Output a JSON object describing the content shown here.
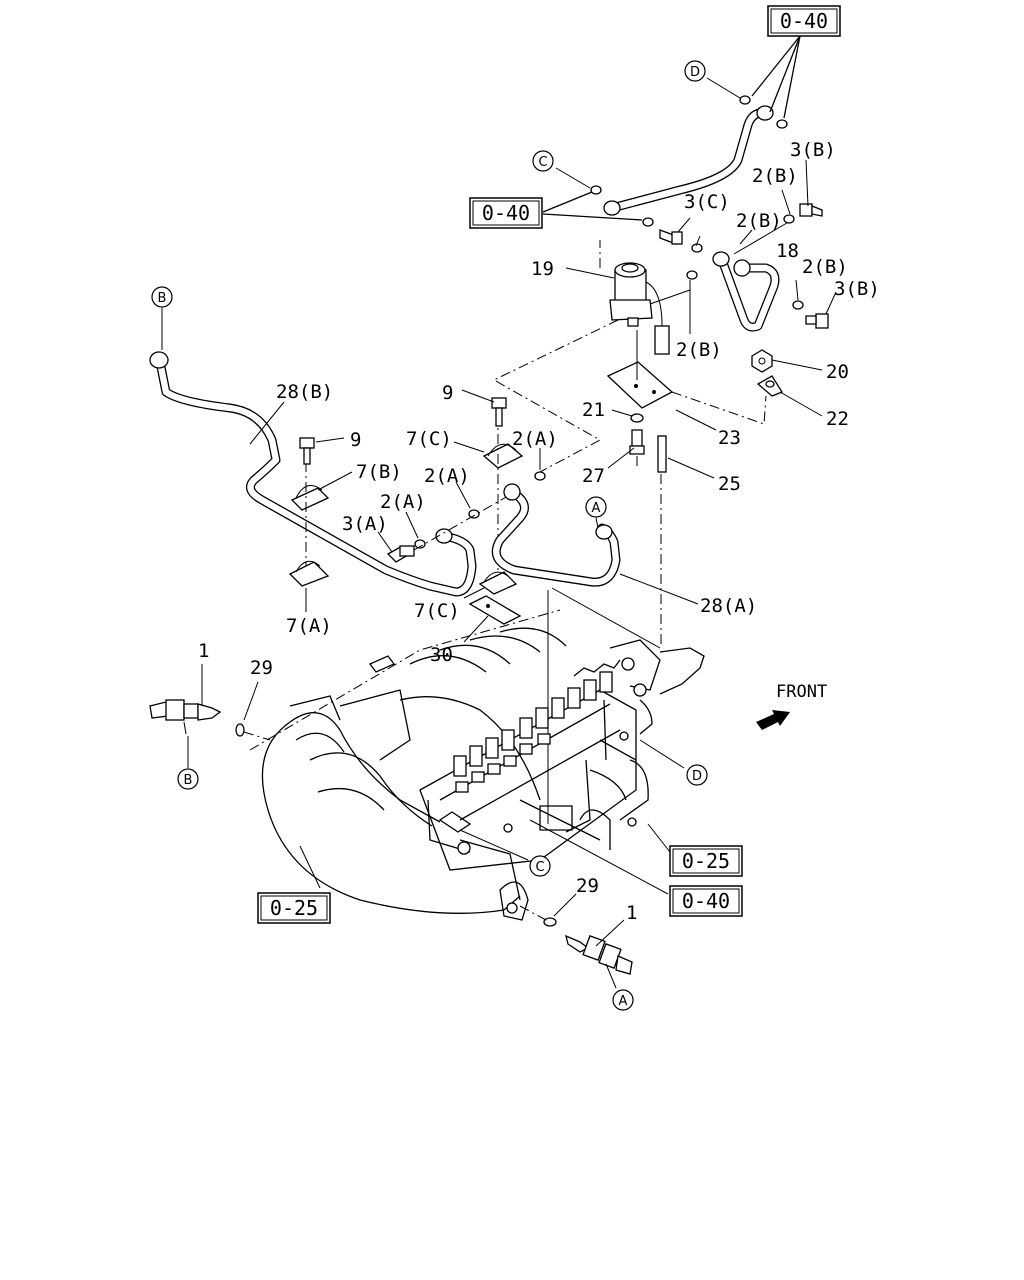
{
  "diagram": {
    "part_labels": {
      "p1_left": "1",
      "p1_bottom": "1",
      "p2b_1": "2(B)",
      "p2b_2": "2(B)",
      "p2b_3": "2(B)",
      "p2b_4": "2(B)",
      "p2a_1": "2(A)",
      "p2a_2": "2(A)",
      "p2a_3": "2(A)",
      "p3b_1": "3(B)",
      "p3b_2": "3(B)",
      "p3c": "3(C)",
      "p3a": "3(A)",
      "p7a": "7(A)",
      "p7b": "7(B)",
      "p7c_top": "7(C)",
      "p7c_bottom": "7(C)",
      "p9_top": "9",
      "p9_left": "9",
      "p18": "18",
      "p19": "19",
      "p20": "20",
      "p21": "21",
      "p22": "22",
      "p23": "23",
      "p25": "25",
      "p27": "27",
      "p28a": "28(A)",
      "p28b": "28(B)",
      "p29_left": "29",
      "p29_bottom": "29",
      "p30": "30"
    },
    "ref_boxes": {
      "ref_top": "0-40",
      "ref_mid": "0-40",
      "ref_right_40": "0-40",
      "ref_right_25": "0-25",
      "ref_left_25": "0-25"
    },
    "circle_markers": {
      "d_top": "D",
      "c_top": "C",
      "b_left_top": "B",
      "b_left_bottom": "B",
      "a_pipe": "A",
      "a_bottom": "A",
      "d_engine": "D",
      "c_engine": "C"
    },
    "front_label": "FRONT"
  }
}
